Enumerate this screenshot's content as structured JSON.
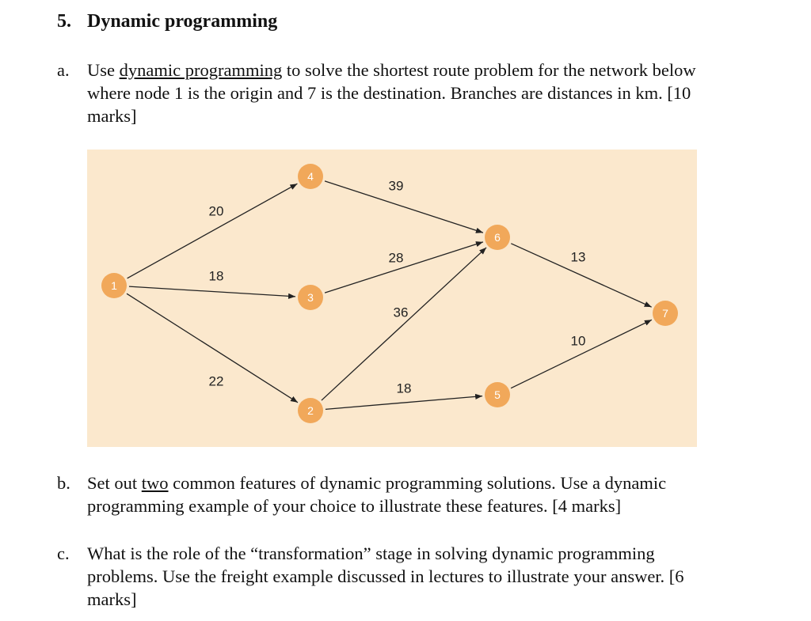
{
  "heading": {
    "number": "5.",
    "title": "Dynamic programming"
  },
  "part_a": {
    "marker": "a.",
    "line1_pre": "Use ",
    "line1_link": "dynamic programming",
    "line1_post": " to solve the shortest route problem for the network below",
    "line2": "where node 1 is the origin and 7 is the destination. Branches are distances in km. [10",
    "line3": "marks]"
  },
  "network": {
    "nodes": [
      {
        "id": "1",
        "label": "1"
      },
      {
        "id": "2",
        "label": "2"
      },
      {
        "id": "3",
        "label": "3"
      },
      {
        "id": "4",
        "label": "4"
      },
      {
        "id": "5",
        "label": "5"
      },
      {
        "id": "6",
        "label": "6"
      },
      {
        "id": "7",
        "label": "7"
      }
    ],
    "edges": [
      {
        "from": "1",
        "to": "4",
        "distance": "20"
      },
      {
        "from": "1",
        "to": "3",
        "distance": "18"
      },
      {
        "from": "1",
        "to": "2",
        "distance": "22"
      },
      {
        "from": "4",
        "to": "6",
        "distance": "39"
      },
      {
        "from": "3",
        "to": "6",
        "distance": "28"
      },
      {
        "from": "2",
        "to": "6",
        "distance": "36"
      },
      {
        "from": "2",
        "to": "5",
        "distance": "18"
      },
      {
        "from": "6",
        "to": "7",
        "distance": "13"
      },
      {
        "from": "5",
        "to": "7",
        "distance": "10"
      }
    ],
    "colors": {
      "background": "#fbe8cd",
      "node": "#f1a85a",
      "line": "#222222"
    }
  },
  "part_b": {
    "marker": "b.",
    "line1_pre": "Set out ",
    "line1_link": "two",
    "line1_post": " common features of dynamic programming solutions. Use a dynamic",
    "line2": "programming example of your choice to illustrate these features. [4 marks]"
  },
  "part_c": {
    "marker": "c.",
    "line1": "What is the role of the “transformation” stage in solving dynamic programming",
    "line2": "problems.  Use the freight example discussed in lectures to illustrate your answer. [6",
    "line3": "marks]"
  }
}
